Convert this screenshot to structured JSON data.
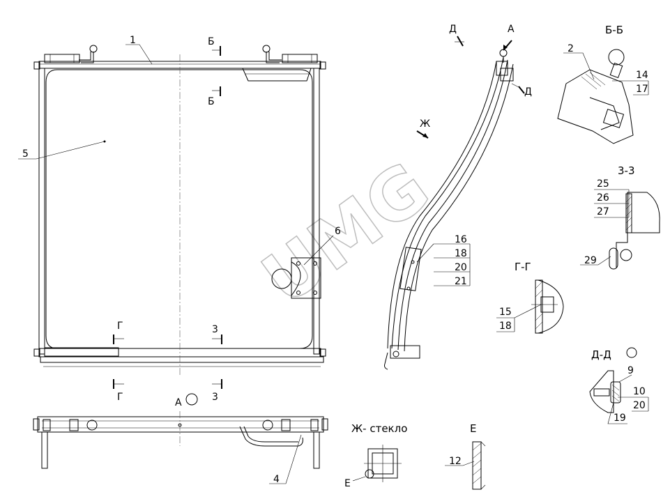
{
  "drawing": {
    "watermark": "UMG",
    "leaders": {
      "l1": "1",
      "l2": "2",
      "l4": "4",
      "l5": "5",
      "l6": "6",
      "l9": "9",
      "l10": "10",
      "l12": "12",
      "l14": "14",
      "l15": "15",
      "l16": "16",
      "l17": "17",
      "l18a": "18",
      "l18b": "18",
      "l19": "19",
      "l20a": "20",
      "l20b": "20",
      "l21": "21",
      "l25": "25",
      "l26": "26",
      "l27": "27",
      "l29": "29"
    },
    "cut_marks": {
      "b_top": "Б",
      "b_bot": "Б",
      "g_top": "Г",
      "g_bot": "Г",
      "z_top": "3",
      "z_bot": "3",
      "a_view": "А",
      "a_arrow": "А",
      "d_top": "Д",
      "d_right": "Д",
      "zh_arrow": "Ж",
      "e_circle": "Е"
    },
    "section_titles": {
      "bb": "Б-Б",
      "zz": "3-3",
      "gg": "Г-Г",
      "dd": "Д-Д",
      "zh": "Ж- стекло",
      "e": "Е"
    }
  }
}
